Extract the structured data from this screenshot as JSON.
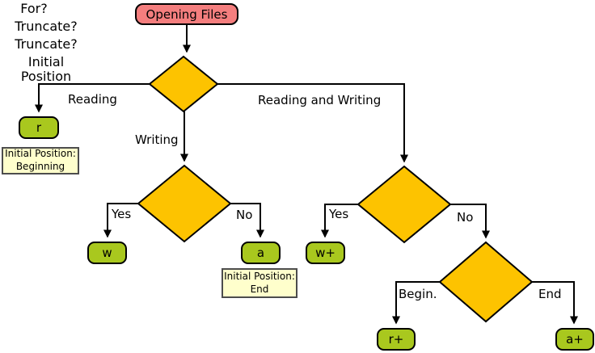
{
  "diagram": {
    "title": "Opening Files",
    "nodes": {
      "start": {
        "label": "Opening Files"
      },
      "for_decision": {
        "label": "For?"
      },
      "truncate_left": {
        "label": "Truncate?"
      },
      "truncate_right": {
        "label": "Truncate?"
      },
      "initial_position": {
        "line1": "Initial",
        "line2": "Position"
      },
      "mode_r": {
        "label": "r"
      },
      "mode_w": {
        "label": "w"
      },
      "mode_a": {
        "label": "a"
      },
      "mode_wp": {
        "label": "w+"
      },
      "mode_rp": {
        "label": "r+"
      },
      "mode_ap": {
        "label": "a+"
      }
    },
    "notes": {
      "beginning": {
        "line1": "Initial Position:",
        "line2": "Beginning"
      },
      "end": {
        "line1": "Initial Position:",
        "line2": "End"
      }
    },
    "edge_labels": {
      "reading": "Reading",
      "writing": "Writing",
      "reading_and_writing": "Reading and Writing",
      "yes_left": "Yes",
      "no_left": "No",
      "yes_right": "Yes",
      "no_right": "No",
      "begin": "Begin.",
      "end": "End"
    },
    "colors": {
      "terminator_fill": "#F47E7E",
      "decision_fill": "#FDC300",
      "process_fill": "#A9C81E",
      "note_fill": "#FFFFCC",
      "note_border": "#4D4D4D",
      "line": "#000000"
    }
  }
}
